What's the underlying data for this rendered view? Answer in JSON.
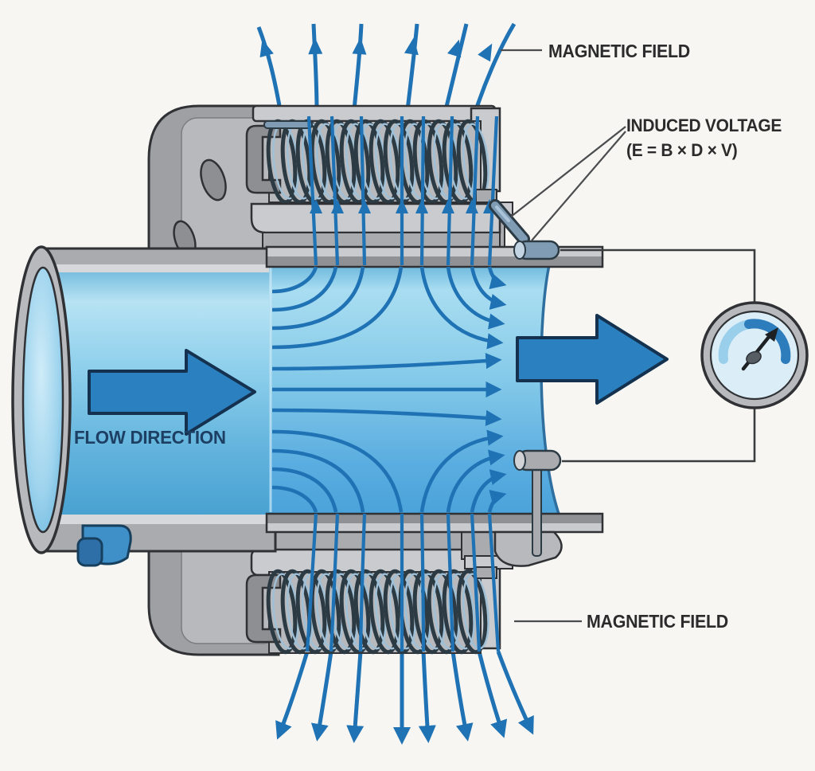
{
  "labels": {
    "magnetic_field_top": "MAGNETIC FIELD",
    "induced_voltage_line1": "INDUCED VOLTAGE",
    "induced_voltage_line2": "(E = B × D × V)",
    "flow_direction": "FLOW DIRECTION",
    "magnetic_field_bottom": "MAGNETIC FIELD"
  },
  "icons": {
    "gauge": "voltmeter-gauge-icon",
    "needle": "gauge-needle-icon",
    "flow_arrow": "flow-direction-arrow-icon",
    "field_arrows": "magnetic-field-line-arrows-icon"
  },
  "colors": {
    "background": "#f7f6f3",
    "outline": "#2f3134",
    "metal": "#a9abae",
    "metal_light": "#c9cbce",
    "metal_mid": "#9ea0a3",
    "metal_inner": "#b7b9bc",
    "metal_dark": "#8d8f92",
    "field_blue": "#1f72b4",
    "arrow_blue": "#2b80c0",
    "arrow_outline": "#14324f",
    "water_top": "#b7e3f3",
    "water_mid": "#8ecfec",
    "water_deep": "#49a2d1",
    "coil_dark": "#2c3a44",
    "coil_light": "#9fc0d6",
    "wire": "#3a3c3e",
    "leader": "#4a4c4e",
    "text_dark": "#2b2b2b",
    "flow_text": "#1c3f63",
    "gauge_face": "#dbeef8",
    "gauge_arc_light": "#99cfeb",
    "gauge_arc_dark": "#2d7cbc",
    "electrode_blue": "#7f9cb4"
  }
}
